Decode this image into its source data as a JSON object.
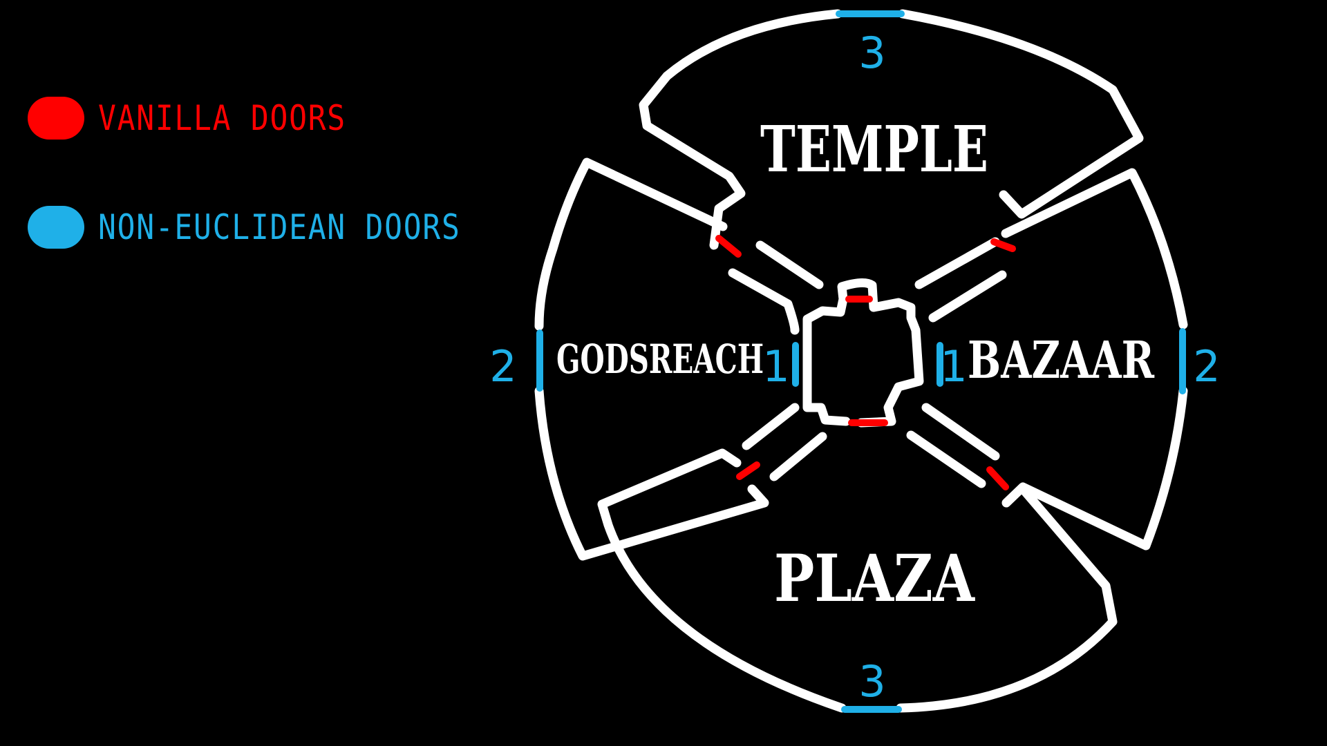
{
  "legend": {
    "vanilla": {
      "label": "VANILLA DOORS",
      "color": "#ff0000"
    },
    "non_euclidean": {
      "label": "NON-EUCLIDEAN DOORS",
      "color": "#1fb0e8"
    }
  },
  "rooms": {
    "temple": "TEMPLE",
    "godsreach": "GODSREACH",
    "bazaar": "BAZAAR",
    "plaza": "PLAZA"
  },
  "door_labels": {
    "top": "3",
    "bottom": "3",
    "left_outer": "2",
    "right_outer": "2",
    "left_inner": "1",
    "right_inner": "1"
  },
  "colors": {
    "background": "#000000",
    "wall": "#ffffff",
    "vanilla_door": "#ff0000",
    "non_euclidean_door": "#1fb0e8"
  }
}
